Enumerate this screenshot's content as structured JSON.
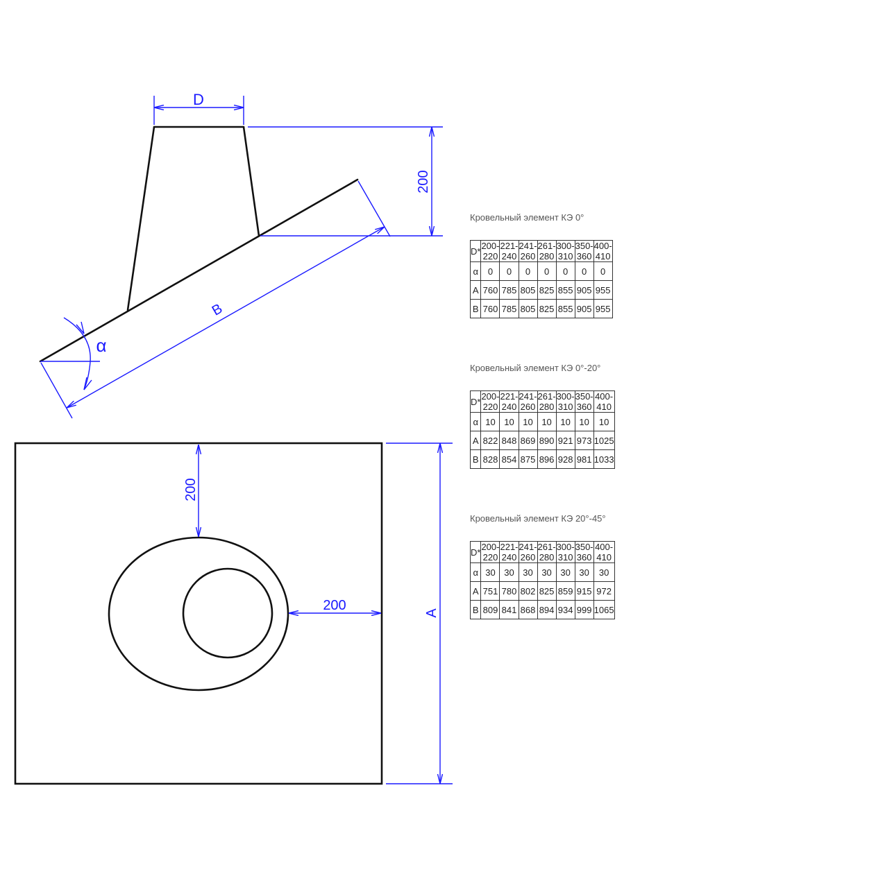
{
  "drawing": {
    "labels": {
      "d": "D",
      "h200": "200",
      "b": "B",
      "alpha": "α",
      "top200": "200",
      "side200": "200",
      "a": "A"
    }
  },
  "tables": [
    {
      "title": "Кровельный элемент КЭ 0°",
      "rows": [
        {
          "head": "D*",
          "cells": [
            "200-220",
            "221-240",
            "241-260",
            "261-280",
            "300-310",
            "350-360",
            "400-410"
          ]
        },
        {
          "head": "α",
          "cells": [
            "0",
            "0",
            "0",
            "0",
            "0",
            "0",
            "0"
          ]
        },
        {
          "head": "A",
          "cells": [
            "760",
            "785",
            "805",
            "825",
            "855",
            "905",
            "955"
          ]
        },
        {
          "head": "B",
          "cells": [
            "760",
            "785",
            "805",
            "825",
            "855",
            "905",
            "955"
          ]
        }
      ]
    },
    {
      "title": "Кровельный элемент КЭ 0°-20°",
      "rows": [
        {
          "head": "D*",
          "cells": [
            "200-220",
            "221-240",
            "241-260",
            "261-280",
            "300-310",
            "350-360",
            "400-410"
          ]
        },
        {
          "head": "α",
          "cells": [
            "10",
            "10",
            "10",
            "10",
            "10",
            "10",
            "10"
          ]
        },
        {
          "head": "A",
          "cells": [
            "822",
            "848",
            "869",
            "890",
            "921",
            "973",
            "1025"
          ]
        },
        {
          "head": "B",
          "cells": [
            "828",
            "854",
            "875",
            "896",
            "928",
            "981",
            "1033"
          ]
        }
      ]
    },
    {
      "title": "Кровельный элемент КЭ 20°-45°",
      "rows": [
        {
          "head": "D*",
          "cells": [
            "200-220",
            "221-240",
            "241-260",
            "261-280",
            "300-310",
            "350-360",
            "400-410"
          ]
        },
        {
          "head": "α",
          "cells": [
            "30",
            "30",
            "30",
            "30",
            "30",
            "30",
            "30"
          ]
        },
        {
          "head": "A",
          "cells": [
            "751",
            "780",
            "802",
            "825",
            "859",
            "915",
            "972"
          ]
        },
        {
          "head": "B",
          "cells": [
            "809",
            "841",
            "868",
            "894",
            "934",
            "999",
            "1065"
          ]
        }
      ]
    }
  ]
}
